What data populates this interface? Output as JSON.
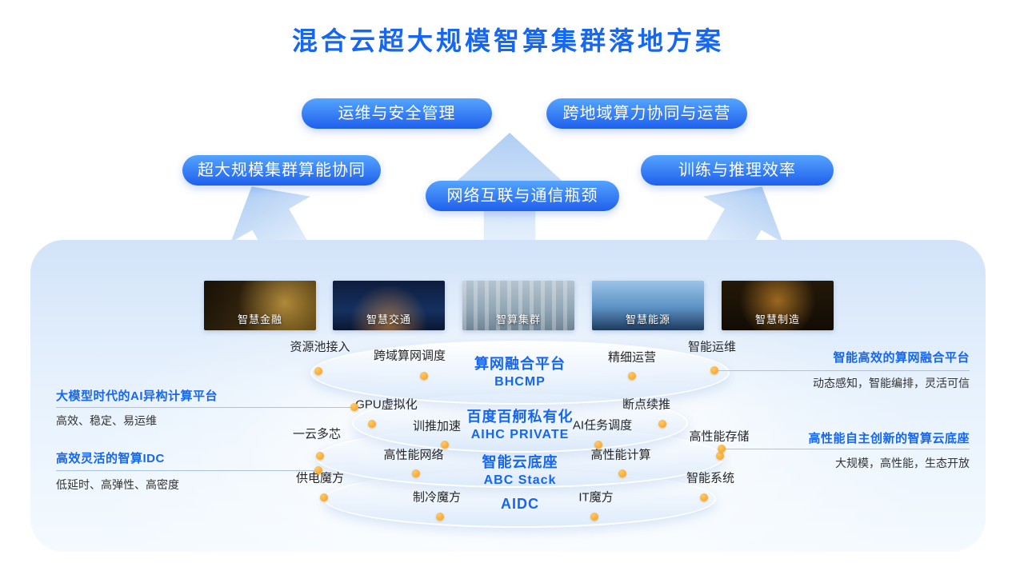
{
  "title": "混合云超大规模智算集群落地方案",
  "pills": [
    {
      "label": "运维与安全管理"
    },
    {
      "label": "跨地域算力协同与运营"
    },
    {
      "label": "超大规模集群算能协同"
    },
    {
      "label": "网络互联与通信瓶颈"
    },
    {
      "label": "训练与推理效率"
    }
  ],
  "industries": [
    {
      "label": "智慧金融"
    },
    {
      "label": "智慧交通"
    },
    {
      "label": "智算集群"
    },
    {
      "label": "智慧能源"
    },
    {
      "label": "智慧制造"
    }
  ],
  "platform": {
    "layers": [
      {
        "name": "算网融合平台",
        "subtitle": "BHCMP"
      },
      {
        "name": "百度百舸私有化",
        "subtitle": "AIHC PRIVATE"
      },
      {
        "name": "智能云底座",
        "subtitle": "ABC Stack"
      },
      {
        "name": "AIDC"
      }
    ],
    "capabilities": [
      "资源池接入",
      "跨域算网调度",
      "精细运营",
      "智能运维",
      "GPU虚拟化",
      "训推加速",
      "AI任务调度",
      "断点续推",
      "一云多芯",
      "高性能网络",
      "高性能计算",
      "高性能存储",
      "供电魔方",
      "制冷魔方",
      "IT魔方",
      "智能系统"
    ]
  },
  "callouts": {
    "left": [
      {
        "heading": "大模型时代的AI异构计算平台",
        "desc": "高效、稳定、易运维"
      },
      {
        "heading": "高效灵活的智算IDC",
        "desc": "低延时、高弹性、高密度"
      }
    ],
    "right": [
      {
        "heading": "智能高效的算网融合平台",
        "desc": "动态感知，智能编排，灵活可信"
      },
      {
        "heading": "高性能自主创新的智算云底座",
        "desc": "大规模，高性能，生态开放"
      }
    ]
  },
  "colors": {
    "accent": "#1566F0",
    "pill_gradient_start": "#54A4FE",
    "pill_gradient_end": "#1F5FEC",
    "dot": "#F39C1D",
    "panel_top": "#D2E3F9"
  }
}
